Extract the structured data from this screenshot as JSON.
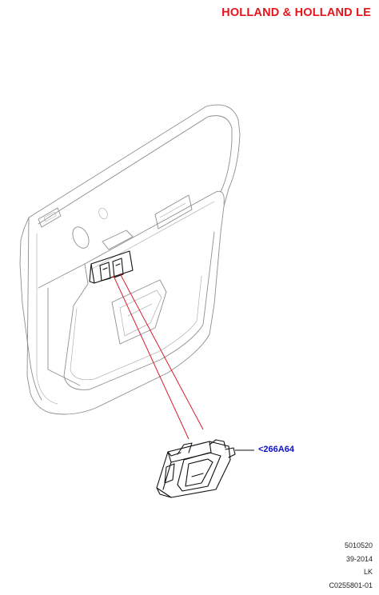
{
  "title": "HOLLAND & HOLLAND LE",
  "callout": {
    "part_ref": "<266A64"
  },
  "meta": {
    "line1": "5010520",
    "line2": "39-2014",
    "line3": "LK",
    "line4": "C0255801-01"
  },
  "colors": {
    "title": "#e8141b",
    "callout": "#1010c8",
    "leader": "#d81e2a",
    "outline": "#8e8e8e"
  }
}
